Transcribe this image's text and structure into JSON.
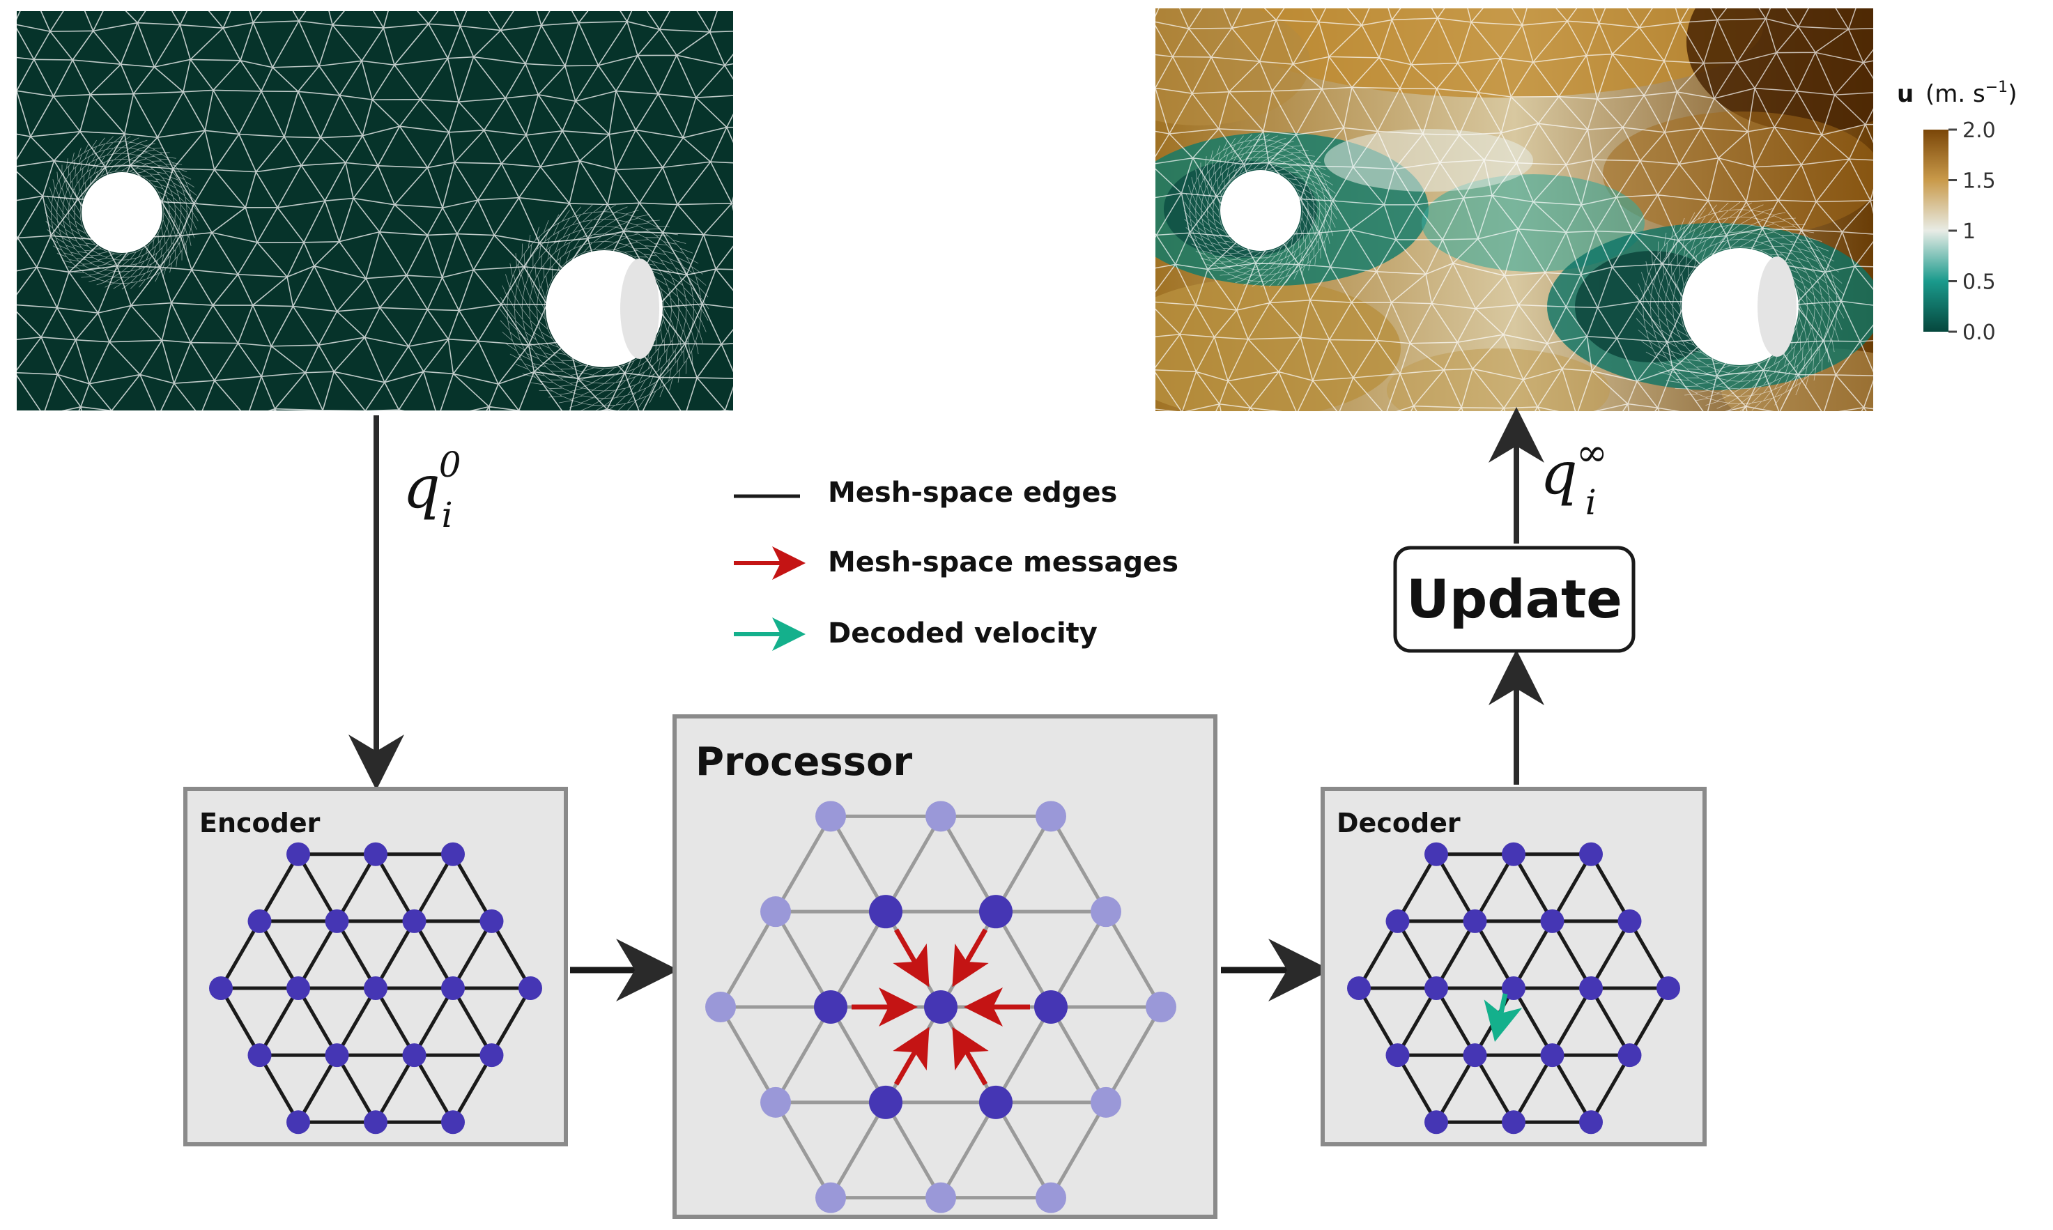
{
  "legend": {
    "edges_label": "Mesh-space edges",
    "messages_label": "Mesh-space messages",
    "velocity_label": "Decoded velocity"
  },
  "colors": {
    "mesh_dark_bg": "#06332a",
    "mesh_lines": "#ffffff",
    "node_primary": "#4536b4",
    "node_faded": "#9a98d8",
    "edge_dark": "#1a1a1a",
    "edge_light": "#9a9a9a",
    "message_arrow": "#c41414",
    "velocity_arrow": "#14b08c",
    "box_fill": "#e6e6e6",
    "box_border": "#8a8a8a"
  },
  "blocks": {
    "encoder_title": "Encoder",
    "processor_title": "Processor",
    "decoder_title": "Decoder",
    "update_label": "Update"
  },
  "math": {
    "input_symbol": "q",
    "input_sub": "i",
    "input_sup": "0",
    "output_symbol": "q",
    "output_sub": "i",
    "output_sup": "∞"
  },
  "colorbar": {
    "title_bold": "u",
    "title_units": "(m. s",
    "title_exp": "−1",
    "title_close": ")",
    "colors": [
      "#06473d",
      "#1a9a8c",
      "#e8ece6",
      "#c99a4a",
      "#7a4608"
    ],
    "ticks": [
      "2.0",
      "1.5",
      "1",
      "0.5",
      "0.0"
    ]
  }
}
